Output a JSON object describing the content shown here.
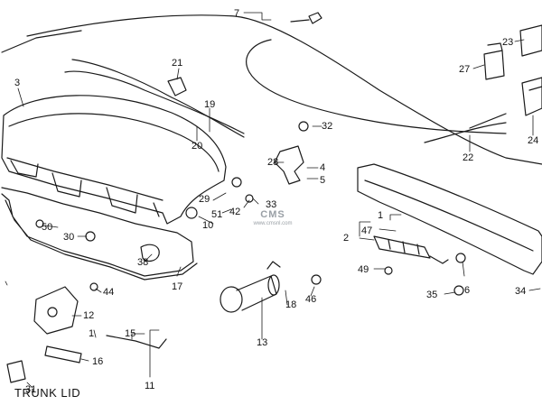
{
  "diagram": {
    "title": "TRUNK LID",
    "watermark": {
      "logo": "CMS",
      "url": "www.cmsnl.com"
    },
    "labels": {
      "p1": "1",
      "p2": "2",
      "p3": "3",
      "p4": "4",
      "p5": "5",
      "p6": "6",
      "p7": "7",
      "p10": "10",
      "p11": "11",
      "p12": "12",
      "p13": "13",
      "p15": "15",
      "p16": "16",
      "p17": "17",
      "p18": "18",
      "p19": "19",
      "p20": "20",
      "p21": "21",
      "p22": "22",
      "p23": "23",
      "p24": "24",
      "p27": "27",
      "p28": "28",
      "p29": "29",
      "p30": "30",
      "p31": "31",
      "p32": "32",
      "p33": "33",
      "p34": "34",
      "p35": "35",
      "p38": "38",
      "p42": "42",
      "p44": "44",
      "p46": "46",
      "p47": "47",
      "p49": "49",
      "p50": "50",
      "p51": "51"
    }
  }
}
